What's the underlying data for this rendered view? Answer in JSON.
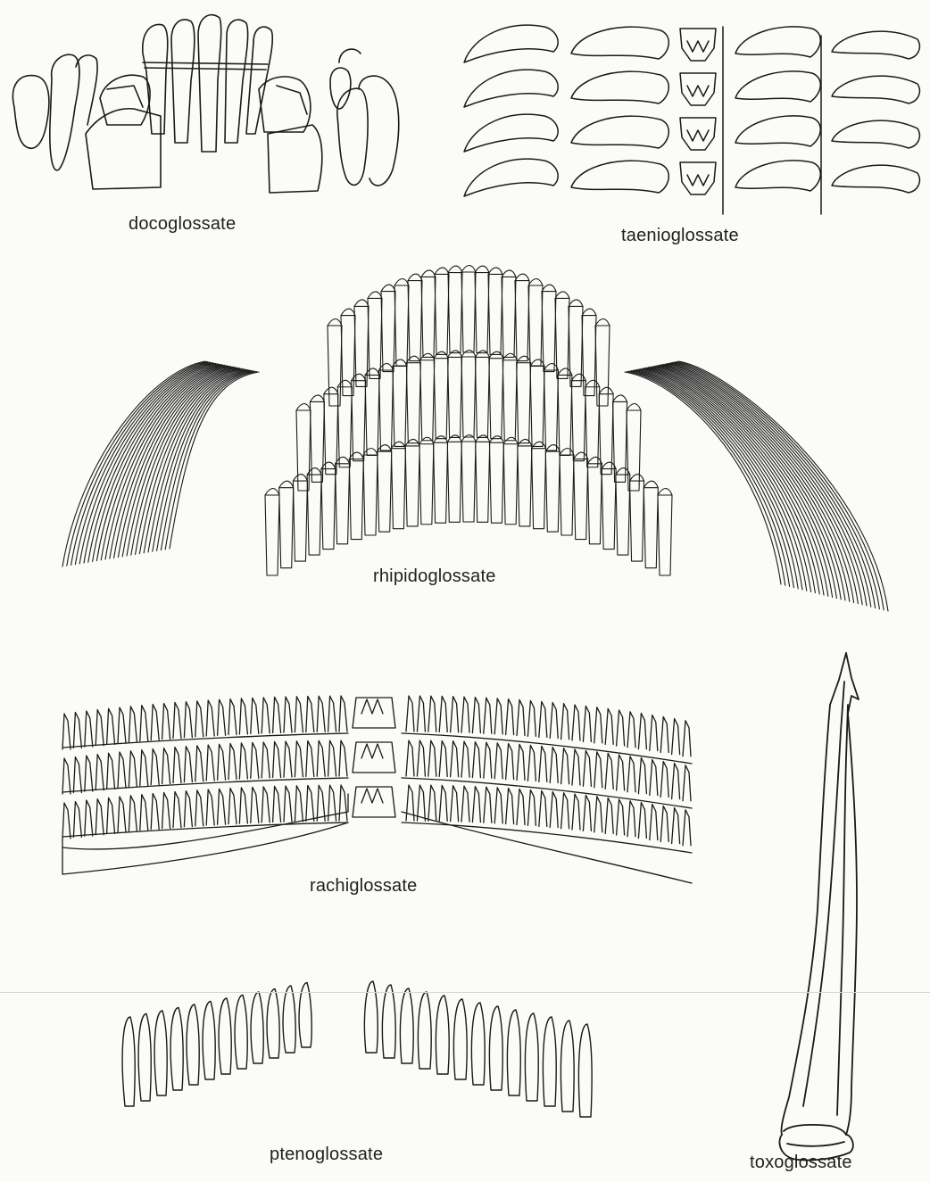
{
  "figure": {
    "paper_color": "#fbfbf8",
    "ink_color": "#1a1a1a"
  },
  "panels": {
    "docoglossate": {
      "label": "docoglossate"
    },
    "taenioglossate": {
      "label": "taenioglossate"
    },
    "rhipidoglossate": {
      "label": "rhipidoglossate"
    },
    "rachiglossate": {
      "label": "rachiglossate"
    },
    "ptenoglossate": {
      "label": "ptenoglossate"
    },
    "toxoglossate": {
      "label": "toxoglossate"
    }
  }
}
